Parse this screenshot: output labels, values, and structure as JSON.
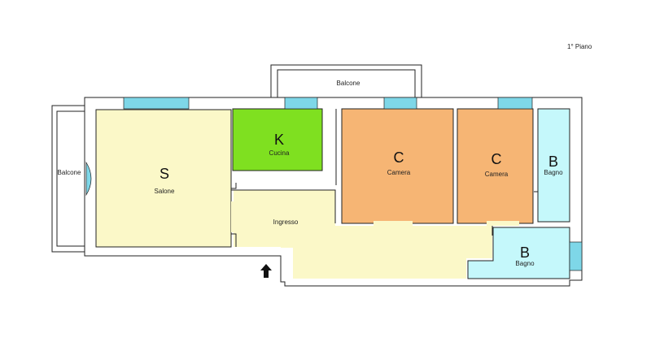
{
  "floor_label": "1° Piano",
  "colors": {
    "salone": "#fbf8c8",
    "ingresso": "#fbf8c8",
    "cucina": "#7fe020",
    "camera": "#f6b574",
    "bagno": "#c5f8fb",
    "window": "#7ed7e8",
    "wall_outline": "#222222",
    "background": "#ffffff"
  },
  "rooms": {
    "salone": {
      "code": "S",
      "name": "Salone"
    },
    "cucina": {
      "code": "K",
      "name": "Cucina"
    },
    "camera1": {
      "code": "C",
      "name": "Camera"
    },
    "camera2": {
      "code": "C",
      "name": "Camera"
    },
    "bagno1": {
      "code": "B",
      "name": "Bagno"
    },
    "bagno2": {
      "code": "B",
      "name": "Bagno"
    },
    "ingresso": {
      "name": "Ingresso"
    }
  },
  "balconies": {
    "top": "Balcone",
    "left": "Balcone"
  },
  "entrance_icon": "arrow-up-icon"
}
